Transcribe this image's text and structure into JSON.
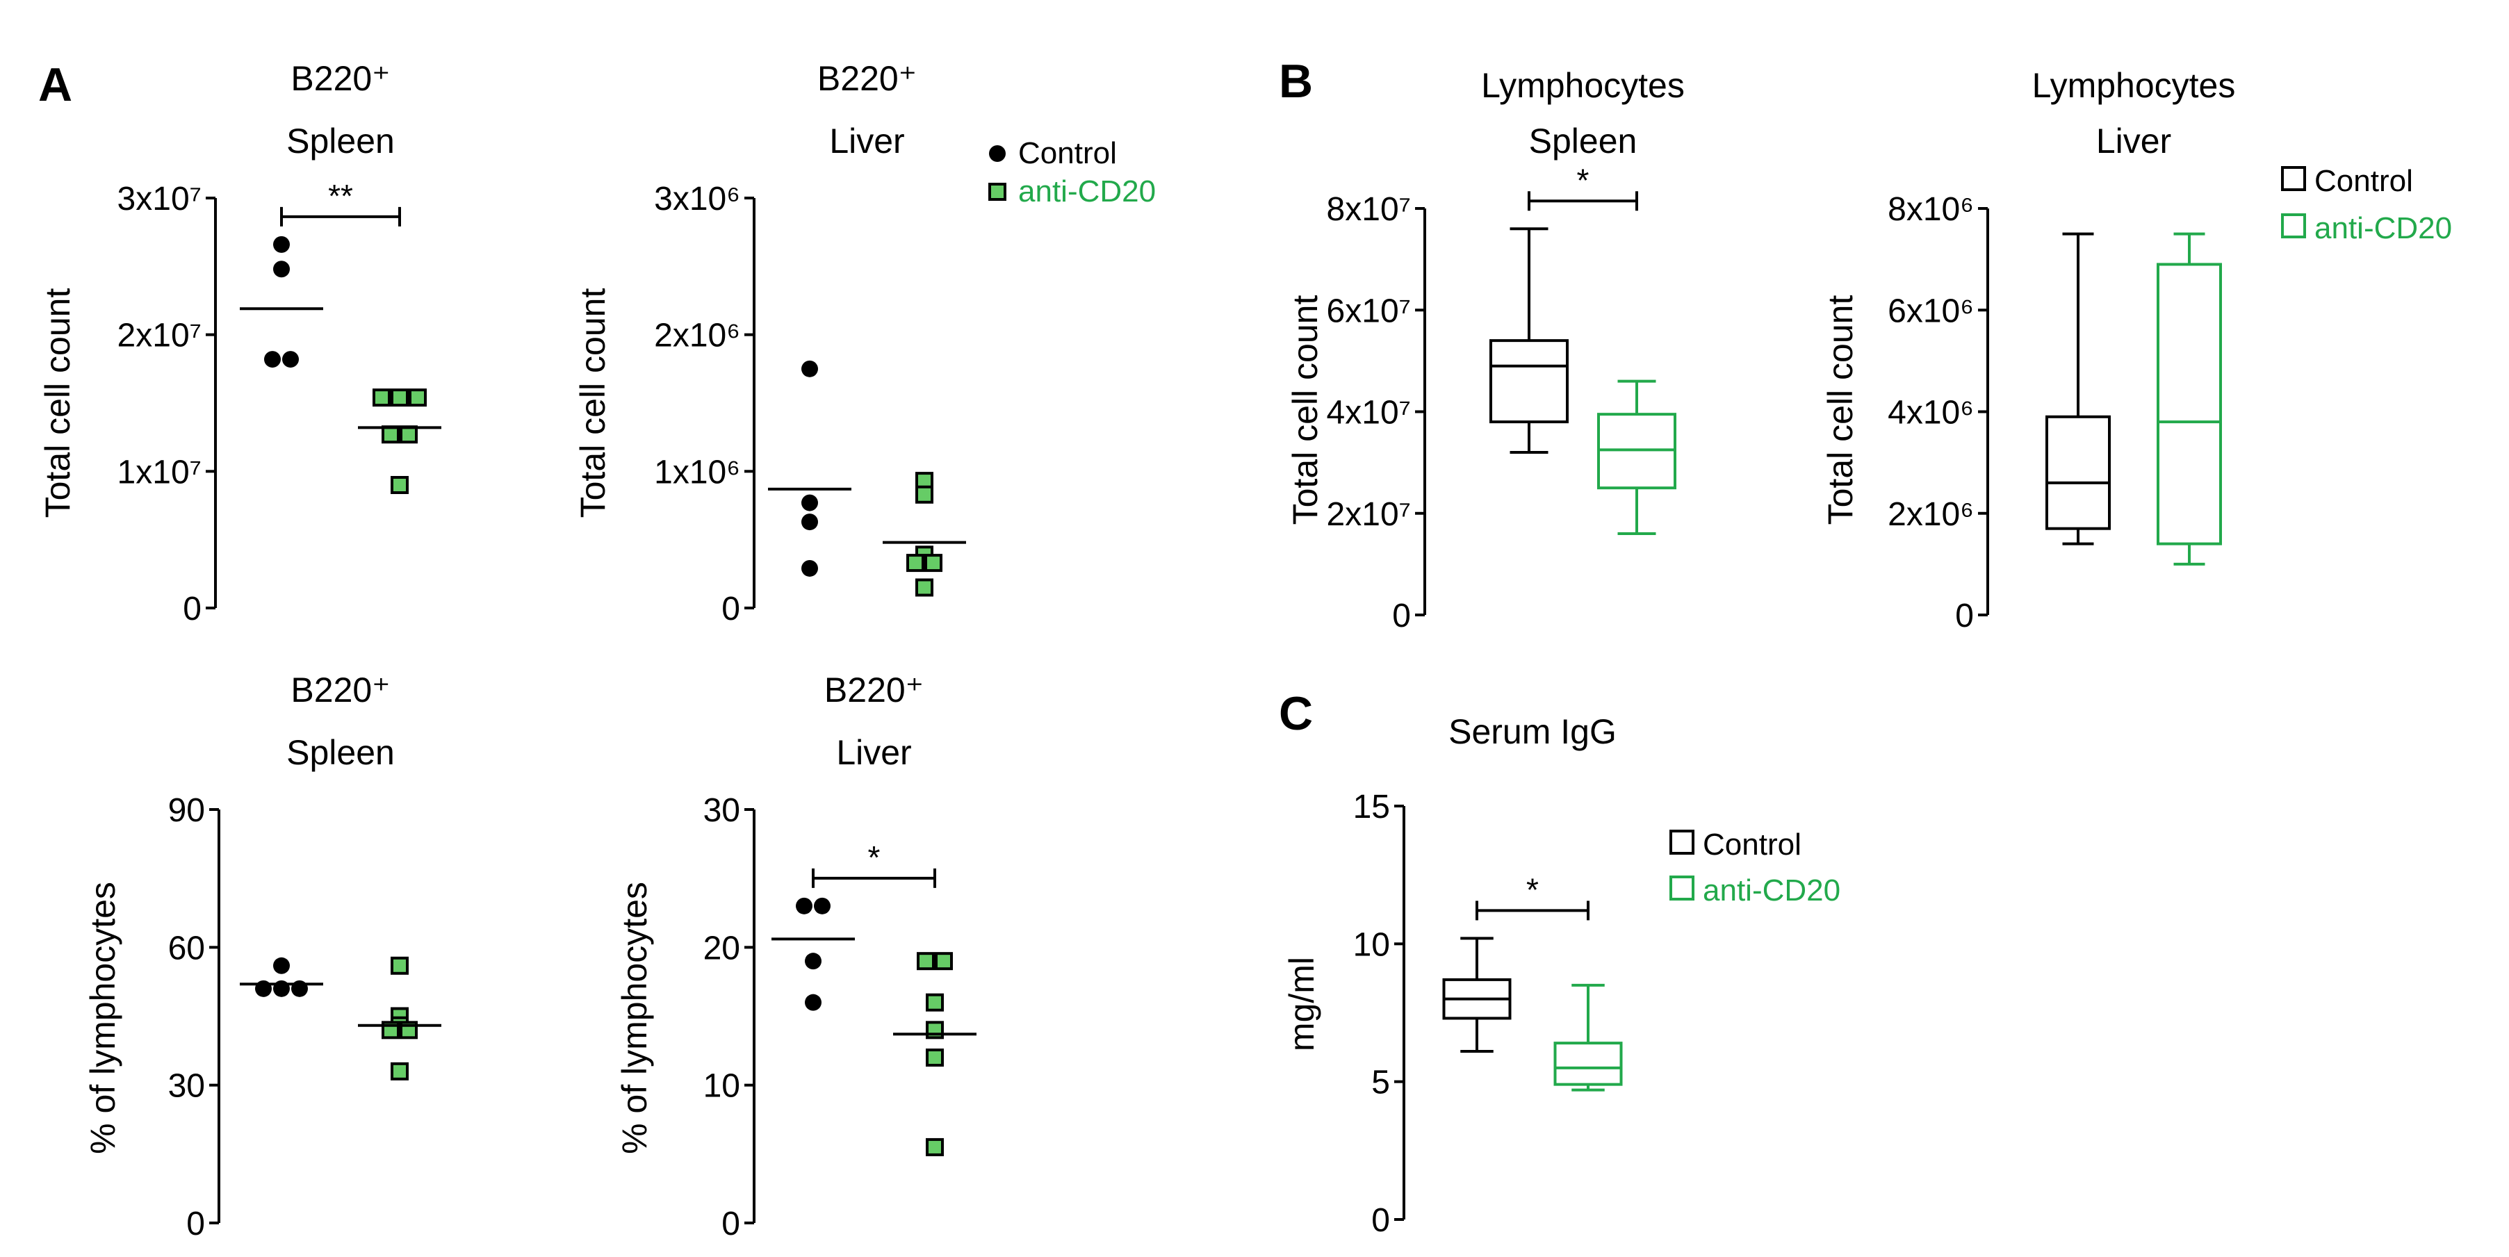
{
  "colors": {
    "control": "#000000",
    "treated": "#22a94b",
    "treated_fill": "#66cc66"
  },
  "panel_letters": [
    "A",
    "B",
    "C"
  ],
  "legends": {
    "A": [
      {
        "label": "Control",
        "color": "#000000"
      },
      {
        "label": "anti-CD20",
        "color": "#22a94b"
      }
    ],
    "B": [
      {
        "label": "Control",
        "color": "#000000"
      },
      {
        "label": "anti-CD20",
        "color": "#22a94b"
      }
    ],
    "C": [
      {
        "label": "Control",
        "color": "#000000"
      },
      {
        "label": "anti-CD20",
        "color": "#22a94b"
      }
    ]
  },
  "chart_data": [
    {
      "panel": "A",
      "type": "scatter",
      "title": [
        "B220⁺",
        "Spleen"
      ],
      "ylabel": "Total cell count",
      "ylim": [
        0,
        30000000
      ],
      "yticks": [
        {
          "value": 0,
          "label": "0"
        },
        {
          "value": 10000000,
          "label": "1x10⁷"
        },
        {
          "value": 20000000,
          "label": "2x10⁷"
        },
        {
          "value": 30000000,
          "label": "3x10⁷"
        }
      ],
      "series": [
        {
          "name": "Control",
          "values": [
            26600000,
            24800000,
            18200000,
            18200000
          ],
          "mean": 21900000
        },
        {
          "name": "anti-CD20",
          "values": [
            15400000,
            15400000,
            15400000,
            12700000,
            12700000,
            9000000
          ],
          "mean": 13200000
        }
      ],
      "significance": "**"
    },
    {
      "panel": "A",
      "type": "scatter",
      "title": [
        "B220⁺",
        "Liver"
      ],
      "ylabel": "Total cell count",
      "ylim": [
        0,
        3000000
      ],
      "yticks": [
        {
          "value": 0,
          "label": "0"
        },
        {
          "value": 1000000,
          "label": "1x10⁶"
        },
        {
          "value": 2000000,
          "label": "2x10⁶"
        },
        {
          "value": 3000000,
          "label": "3x10⁶"
        }
      ],
      "series": [
        {
          "name": "Control",
          "values": [
            1750000,
            770000,
            630000,
            290000
          ],
          "mean": 870000
        },
        {
          "name": "anti-CD20",
          "values": [
            930000,
            830000,
            390000,
            330000,
            330000,
            150000
          ],
          "mean": 480000
        }
      ],
      "significance": ""
    },
    {
      "panel": "A",
      "type": "scatter",
      "title": [
        "B220⁺",
        "Spleen"
      ],
      "ylabel": "% of lymphocytes",
      "ylim": [
        0,
        90
      ],
      "yticks": [
        {
          "value": 0,
          "label": "0"
        },
        {
          "value": 30,
          "label": "30"
        },
        {
          "value": 60,
          "label": "60"
        },
        {
          "value": 90,
          "label": "90"
        }
      ],
      "series": [
        {
          "name": "Control",
          "values": [
            56,
            51,
            51,
            51
          ],
          "mean": 52
        },
        {
          "name": "anti-CD20",
          "values": [
            56,
            45,
            43,
            42,
            42,
            33
          ],
          "mean": 43
        }
      ],
      "significance": ""
    },
    {
      "panel": "A",
      "type": "scatter",
      "title": [
        "B220⁺",
        "Liver"
      ],
      "ylabel": "% of lymphocytes",
      "ylim": [
        0,
        30
      ],
      "yticks": [
        {
          "value": 0,
          "label": "0"
        },
        {
          "value": 10,
          "label": "10"
        },
        {
          "value": 20,
          "label": "20"
        },
        {
          "value": 30,
          "label": "30"
        }
      ],
      "series": [
        {
          "name": "Control",
          "values": [
            23,
            23,
            19,
            16
          ],
          "mean": 20.6
        },
        {
          "name": "anti-CD20",
          "values": [
            19,
            19,
            16,
            14,
            12,
            5.5
          ],
          "mean": 13.7
        }
      ],
      "significance": "*"
    },
    {
      "panel": "B",
      "type": "box",
      "title": [
        "Lymphocytes",
        "Spleen"
      ],
      "ylabel": "Total cell count",
      "ylim": [
        0,
        80000000
      ],
      "yticks": [
        {
          "value": 0,
          "label": "0"
        },
        {
          "value": 20000000,
          "label": "2x10⁷"
        },
        {
          "value": 40000000,
          "label": "4x10⁷"
        },
        {
          "value": 60000000,
          "label": "6x10⁷"
        },
        {
          "value": 80000000,
          "label": "8x10⁷"
        }
      ],
      "series": [
        {
          "name": "Control",
          "min": 32000000,
          "q1": 38000000,
          "median": 49000000,
          "q3": 54000000,
          "max": 76000000
        },
        {
          "name": "anti-CD20",
          "min": 16000000,
          "q1": 25000000,
          "median": 32500000,
          "q3": 39500000,
          "max": 46000000
        }
      ],
      "significance": "*"
    },
    {
      "panel": "B",
      "type": "box",
      "title": [
        "Lymphocytes",
        "Liver"
      ],
      "ylabel": "Total cell count",
      "ylim": [
        0,
        8000000
      ],
      "yticks": [
        {
          "value": 0,
          "label": "0"
        },
        {
          "value": 2000000,
          "label": "2x10⁶"
        },
        {
          "value": 4000000,
          "label": "4x10⁶"
        },
        {
          "value": 6000000,
          "label": "6x10⁶"
        },
        {
          "value": 8000000,
          "label": "8x10⁶"
        }
      ],
      "series": [
        {
          "name": "Control",
          "min": 1400000,
          "q1": 1700000,
          "median": 2600000,
          "q3": 3900000,
          "max": 7500000
        },
        {
          "name": "anti-CD20",
          "min": 1000000,
          "q1": 1400000,
          "median": 3800000,
          "q3": 6900000,
          "max": 7500000
        }
      ],
      "significance": ""
    },
    {
      "panel": "C",
      "type": "box",
      "title": [
        "Serum IgG"
      ],
      "ylabel": "mg/ml",
      "ylim": [
        0,
        15
      ],
      "yticks": [
        {
          "value": 0,
          "label": "0"
        },
        {
          "value": 5,
          "label": "5"
        },
        {
          "value": 10,
          "label": "10"
        },
        {
          "value": 15,
          "label": "15"
        }
      ],
      "series": [
        {
          "name": "Control",
          "min": 6.1,
          "q1": 7.3,
          "median": 8.0,
          "q3": 8.7,
          "max": 10.2
        },
        {
          "name": "anti-CD20",
          "min": 4.7,
          "q1": 4.9,
          "median": 5.5,
          "q3": 6.4,
          "max": 8.5
        }
      ],
      "significance": "*"
    }
  ]
}
